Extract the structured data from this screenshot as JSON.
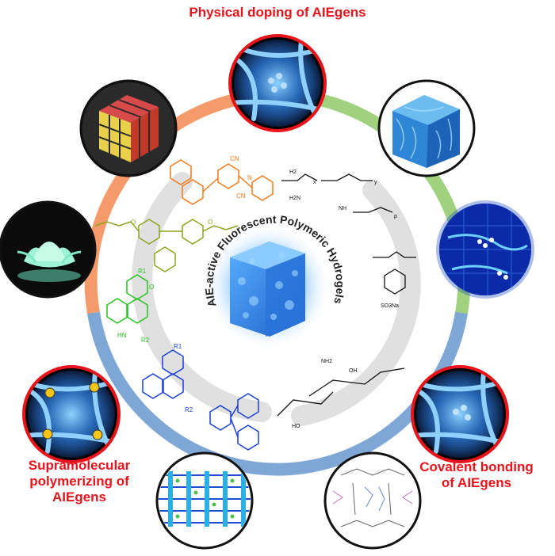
{
  "labels": {
    "top": "Physical doping of AIEgens",
    "left": [
      "Supramolecular",
      "polymerizing of",
      "AIEgens"
    ],
    "right": [
      "Covalent bonding",
      "of AIEgens"
    ]
  },
  "center": {
    "title": "AIE-active Fluorescent Polymeric Hydrogels"
  },
  "chem": {
    "h2": "H2",
    "x": "x",
    "y": "y",
    "p": "p",
    "h2n": "H2N",
    "nh": "NH",
    "cn": "CN",
    "n": "N",
    "o": "O",
    "r1": "R1",
    "r2": "R2",
    "hn": "HN",
    "so3na": "SO3Na",
    "oh": "OH",
    "nh2": "NH2",
    "ho": "HO"
  },
  "colors": {
    "ring_orange": "#f59a6a",
    "ring_green": "#9fd17f",
    "ring_blue": "#7fa7d6",
    "red_label": "#e8141b",
    "chem_orange": "#f07a1a",
    "chem_olive": "#8aa51d",
    "chem_green": "#25c21f",
    "chem_blue": "#1a3fd8",
    "hydrogel_blue": "#3c8fe6"
  }
}
